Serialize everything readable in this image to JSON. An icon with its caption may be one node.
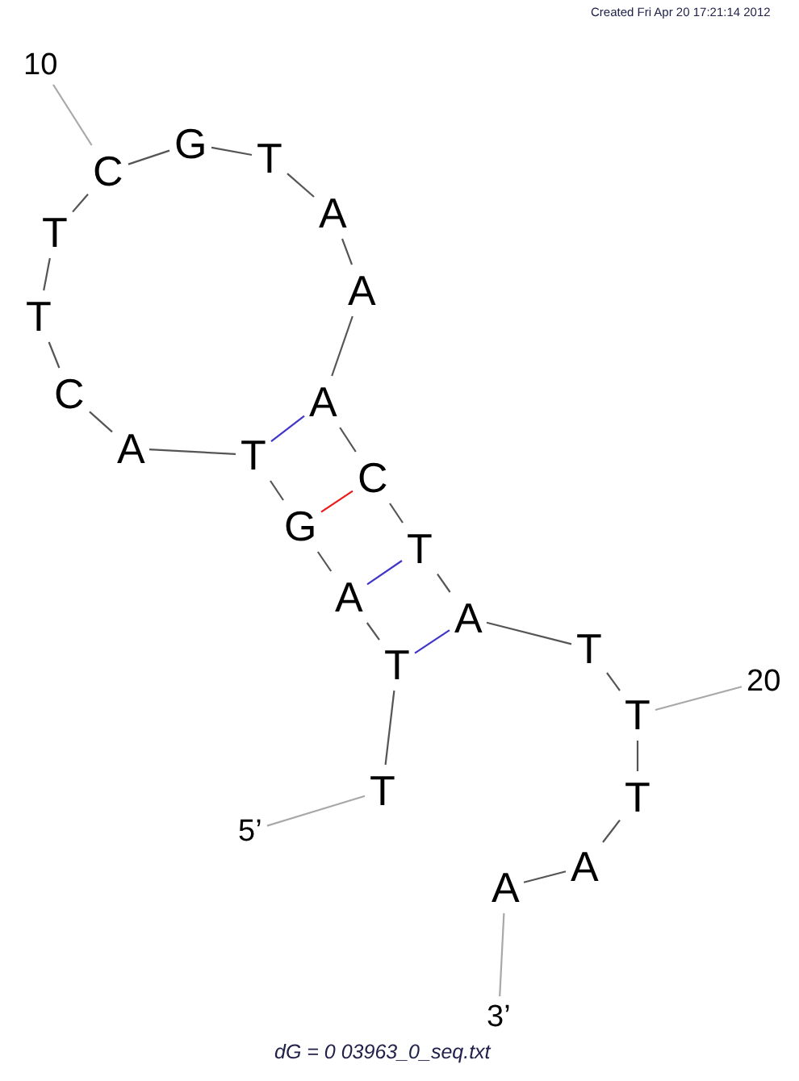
{
  "diagram": {
    "caption": "dG = 0 03963_0_seq.txt",
    "nodes": [
      {
        "text": [
          "T"
        ]
      },
      {
        "text": [
          "T"
        ]
      },
      {
        "text": [
          "A"
        ]
      },
      {
        "text": [
          "G"
        ]
      },
      {
        "text": [
          "T"
        ]
      },
      {
        "text": [
          "A"
        ]
      },
      {
        "text": [
          "C"
        ]
      },
      {
        "text": [
          "T"
        ]
      },
      {
        "text": [
          "T"
        ]
      },
      {
        "text": [
          "C"
        ]
      },
      {
        "text": [
          "G"
        ]
      },
      {
        "text": [
          "T"
        ]
      },
      {
        "text": [
          "A"
        ]
      },
      {
        "text": [
          "A"
        ]
      },
      {
        "text": [
          "A"
        ]
      },
      {
        "text": [
          "C"
        ]
      },
      {
        "text": [
          "T"
        ]
      },
      {
        "text": [
          "A"
        ]
      },
      {
        "text": [
          "T"
        ]
      },
      {
        "text": [
          "T"
        ]
      },
      {
        "text": [
          "T"
        ]
      },
      {
        "text": [
          "A"
        ]
      },
      {
        "text": [
          "A"
        ]
      },
      {
        "text": [
          "5’"
        ]
      },
      {
        "text": [
          "10"
        ]
      },
      {
        "text": [
          "20"
        ]
      },
      {
        "text": [
          "3’"
        ]
      }
    ],
    "edges": [
      {
        "from": 0,
        "to": 1,
        "arrow": "none"
      },
      {
        "from": 1,
        "to": 2,
        "arrow": "none"
      },
      {
        "from": 2,
        "to": 3,
        "arrow": "none"
      },
      {
        "from": 3,
        "to": 4,
        "arrow": "none"
      },
      {
        "from": 4,
        "to": 5,
        "arrow": "none"
      },
      {
        "from": 5,
        "to": 6,
        "arrow": "none"
      },
      {
        "from": 6,
        "to": 7,
        "arrow": "none"
      },
      {
        "from": 7,
        "to": 8,
        "arrow": "none"
      },
      {
        "from": 8,
        "to": 9,
        "arrow": "none"
      },
      {
        "from": 9,
        "to": 10,
        "arrow": "none"
      },
      {
        "from": 10,
        "to": 11,
        "arrow": "none"
      },
      {
        "from": 11,
        "to": 12,
        "arrow": "none"
      },
      {
        "from": 12,
        "to": 13,
        "arrow": "none"
      },
      {
        "from": 13,
        "to": 14,
        "arrow": "none"
      },
      {
        "from": 14,
        "to": 15,
        "arrow": "none"
      },
      {
        "from": 15,
        "to": 16,
        "arrow": "none"
      },
      {
        "from": 16,
        "to": 17,
        "arrow": "none"
      },
      {
        "from": 17,
        "to": 18,
        "arrow": "none"
      },
      {
        "from": 18,
        "to": 19,
        "arrow": "none"
      },
      {
        "from": 19,
        "to": 20,
        "arrow": "none"
      },
      {
        "from": 20,
        "to": 21,
        "arrow": "none"
      },
      {
        "from": 21,
        "to": 22,
        "arrow": "none"
      },
      {
        "from": 4,
        "to": 14,
        "arrow": "none",
        "color": "#4035c8"
      },
      {
        "from": 3,
        "to": 15,
        "arrow": "none",
        "color": "#ee1a1a"
      },
      {
        "from": 2,
        "to": 16,
        "arrow": "none",
        "color": "#4035c8"
      },
      {
        "from": 1,
        "to": 17,
        "arrow": "none",
        "color": "#4035c8"
      },
      {
        "from": 23,
        "to": 0,
        "arrow": "none",
        "color": "#a8a8a8"
      },
      {
        "from": 24,
        "to": 9,
        "arrow": "none",
        "color": "#a8a8a8"
      },
      {
        "from": 25,
        "to": 19,
        "arrow": "none",
        "color": "#a8a8a8"
      },
      {
        "from": 26,
        "to": 22,
        "arrow": "none",
        "color": "#a8a8a8"
      }
    ],
    "labels": [
      "Created Fri Apr 20 17:21:14 2012"
    ]
  }
}
